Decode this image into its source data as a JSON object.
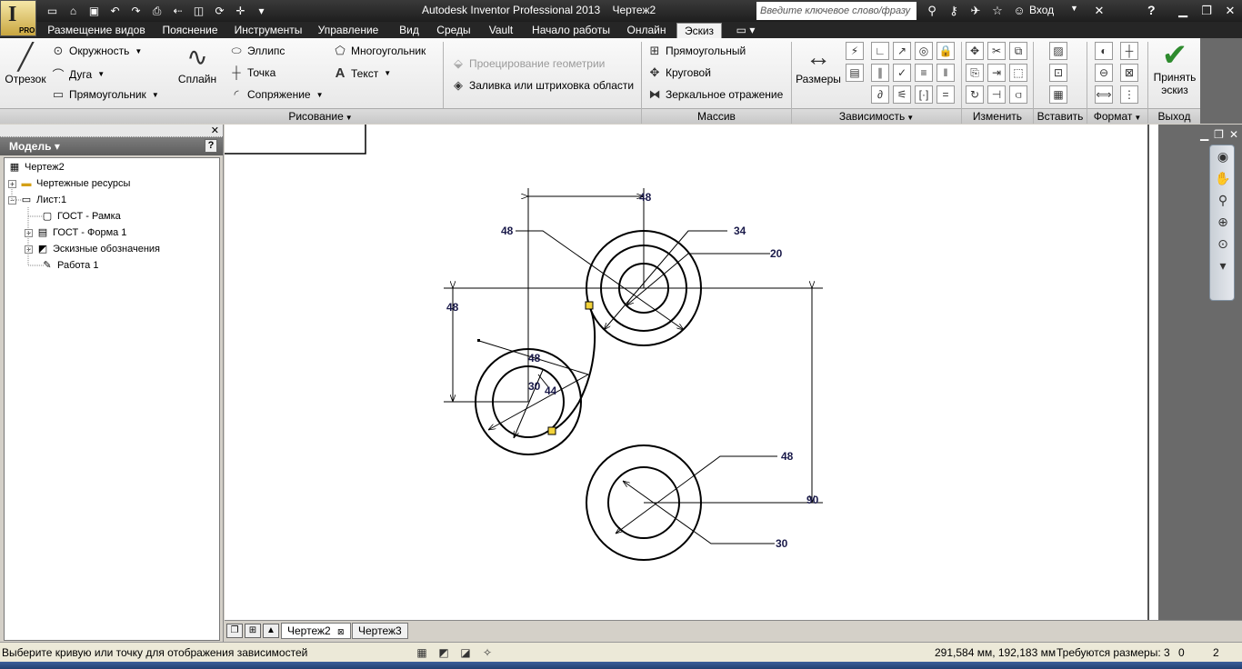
{
  "app": {
    "title": "Autodesk Inventor Professional 2013",
    "document": "Чертеж2",
    "search_placeholder": "Введите ключевое слово/фразу",
    "login": "Вход",
    "pro_badge": "PRO"
  },
  "tabs": [
    {
      "label": "Размещение видов"
    },
    {
      "label": "Пояснение"
    },
    {
      "label": "Инструменты"
    },
    {
      "label": "Управление"
    },
    {
      "label": "Вид"
    },
    {
      "label": "Среды"
    },
    {
      "label": "Vault"
    },
    {
      "label": "Начало работы"
    },
    {
      "label": "Онлайн"
    },
    {
      "label": "Эскиз"
    }
  ],
  "ribbon": {
    "draw": {
      "line": "Отрезок",
      "circle": "Окружность",
      "arc": "Дуга",
      "rect": "Прямоугольник",
      "spline": "Сплайн",
      "ellipse": "Эллипс",
      "point": "Точка",
      "fillet": "Сопряжение",
      "polygon": "Многоугольник",
      "text": "Текст",
      "project": "Проецирование геометрии",
      "hatch": "Заливка или штриховка области",
      "panel": "Рисование"
    },
    "pattern": {
      "rect": "Прямоугольный",
      "circular": "Круговой",
      "mirror": "Зеркальное отражение",
      "panel": "Массив"
    },
    "constrain": {
      "dimension": "Размеры",
      "panel": "Зависимость"
    },
    "modify_panel": "Изменить",
    "insert_panel": "Вставить",
    "format_panel": "Формат",
    "exit": {
      "accept_line1": "Принять",
      "accept_line2": "эскиз",
      "panel": "Выход"
    }
  },
  "browser": {
    "title": "Модель",
    "help": "?",
    "tree": [
      {
        "label": "Чертеж2",
        "icon": "drawing-icon"
      },
      {
        "label": "Чертежные ресурсы",
        "icon": "folder-icon"
      },
      {
        "label": "Лист:1",
        "icon": "sheet-icon"
      },
      {
        "label": "ГОСТ - Рамка",
        "icon": "frame-icon"
      },
      {
        "label": "ГОСТ - Форма 1",
        "icon": "titleblock-icon"
      },
      {
        "label": "Эскизные обозначения",
        "icon": "sketch-symbols-icon"
      },
      {
        "label": "Работа 1",
        "icon": "sketch-icon"
      }
    ]
  },
  "sketch": {
    "dims": [
      "48",
      "48",
      "34",
      "20",
      "48",
      "48",
      "30",
      "44",
      "48",
      "90",
      "30"
    ]
  },
  "doc_tabs": [
    {
      "label": "Чертеж2",
      "active": true
    },
    {
      "label": "Чертеж3",
      "active": false
    }
  ],
  "status": {
    "message": "Выберите кривую или точку для отображения зависимостей",
    "coords": "291,584 мм, 192,183 мм",
    "required": "Требуются размеры: 3",
    "value_a": "0",
    "value_b": "2"
  }
}
